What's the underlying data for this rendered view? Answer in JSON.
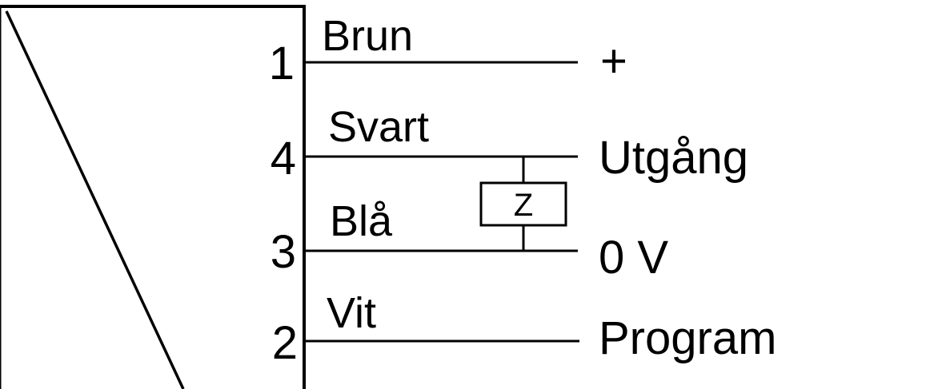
{
  "diagram": {
    "load_label": "Z",
    "connections": [
      {
        "pin": "1",
        "wire_color": "Brun",
        "signal": "+"
      },
      {
        "pin": "4",
        "wire_color": "Svart",
        "signal": "Utgång"
      },
      {
        "pin": "3",
        "wire_color": "Blå",
        "signal": "0 V"
      },
      {
        "pin": "2",
        "wire_color": "Vit",
        "signal": "Program"
      }
    ]
  }
}
